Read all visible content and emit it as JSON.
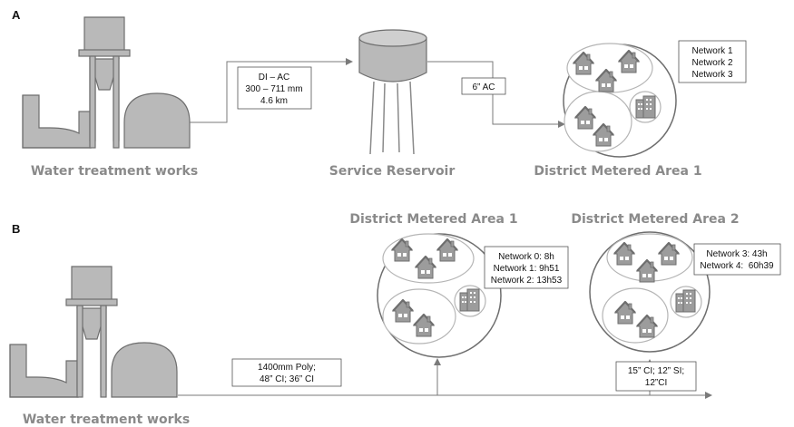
{
  "panel_a": {
    "letter": "A",
    "labels": {
      "treatment": "Water treatment works",
      "reservoir": "Service Reservoir",
      "dma": "District Metered Area 1"
    },
    "pipe_box": [
      "DI – AC",
      "300 – 711 mm",
      "4.6 km"
    ],
    "branch_box": [
      "6” AC"
    ],
    "network_box": [
      "Network 1",
      "Network 2",
      "Network 3"
    ]
  },
  "panel_b": {
    "letter": "B",
    "labels": {
      "treatment": "Water treatment works",
      "dma1": "District Metered Area 1",
      "dma2": "District Metered Area 2"
    },
    "main_pipe_box": [
      "1400mm Poly;",
      "48” CI; 36” CI"
    ],
    "branch_pipe_box": [
      "15” CI; 12” SI;",
      "12”CI"
    ],
    "dma1_networks": [
      "Network 0: 8h",
      "Network 1: 9h51",
      "Network 2: 13h53"
    ],
    "dma2_networks": [
      "Network 3: 43h",
      "Network 4:  60h39"
    ]
  }
}
